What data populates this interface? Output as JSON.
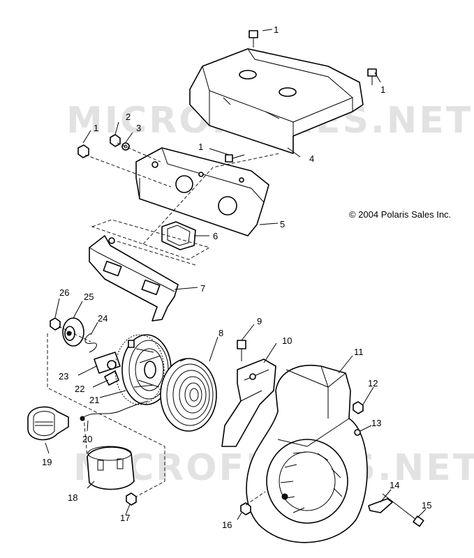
{
  "watermark": {
    "text": "MICROFICHES.NET"
  },
  "copyright": {
    "text": "© 2004 Polaris Sales Inc."
  },
  "callouts": [
    {
      "label": "1"
    },
    {
      "label": "1"
    },
    {
      "label": "2"
    },
    {
      "label": "3"
    },
    {
      "label": "1"
    },
    {
      "label": "1"
    },
    {
      "label": "4"
    },
    {
      "label": "5"
    },
    {
      "label": "6"
    },
    {
      "label": "7"
    },
    {
      "label": "26"
    },
    {
      "label": "25"
    },
    {
      "label": "24"
    },
    {
      "label": "8"
    },
    {
      "label": "9"
    },
    {
      "label": "10"
    },
    {
      "label": "11"
    },
    {
      "label": "23"
    },
    {
      "label": "22"
    },
    {
      "label": "21"
    },
    {
      "label": "12"
    },
    {
      "label": "13"
    },
    {
      "label": "20"
    },
    {
      "label": "19"
    },
    {
      "label": "14"
    },
    {
      "label": "15"
    },
    {
      "label": "18"
    },
    {
      "label": "17"
    },
    {
      "label": "16"
    }
  ]
}
